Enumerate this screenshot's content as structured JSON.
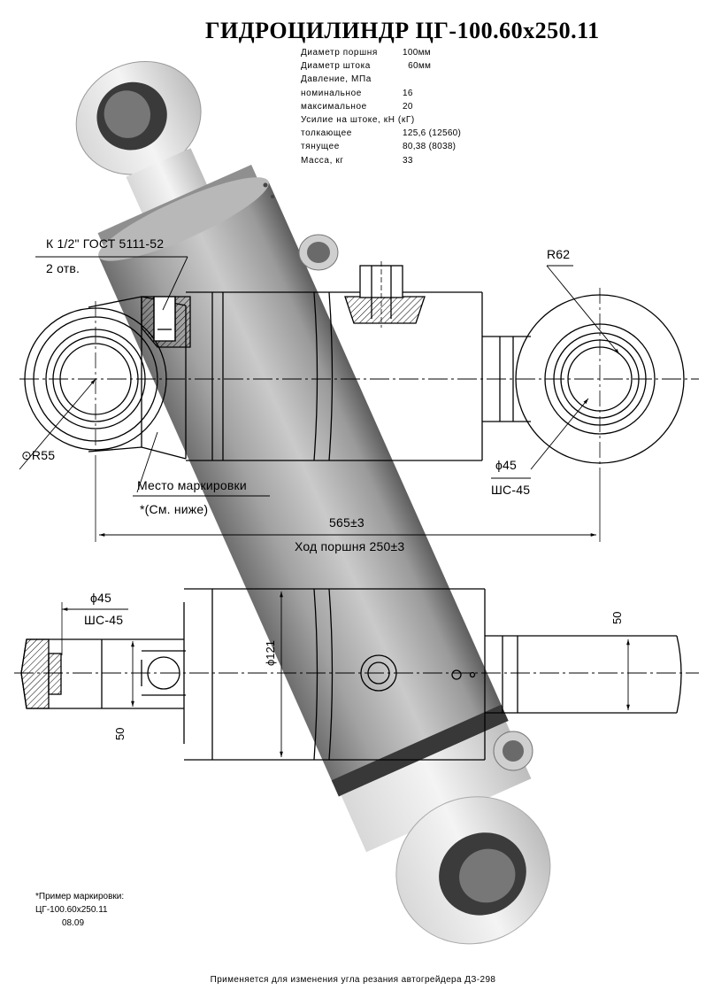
{
  "title": "ГИДРОЦИЛИНДР ЦГ-100.60х250.11",
  "specs": [
    {
      "label": "Диаметр поршня",
      "value": "100мм"
    },
    {
      "label": "Диаметр штока",
      "value": "  60мм"
    },
    {
      "label": "Давление, МПа",
      "value": ""
    },
    {
      "label": "номинальное",
      "value": "16"
    },
    {
      "label": "максимальное",
      "value": "20"
    },
    {
      "label": "Усилие на штоке, кН (кГ)",
      "value": ""
    },
    {
      "label": "толкающее",
      "value": "125,6 (12560)"
    },
    {
      "label": "тянущее",
      "value": "80,38 (8038)"
    },
    {
      "label": "Масса, кг",
      "value": "33"
    }
  ],
  "annotations": {
    "thread": "К 1/2\" ГОСТ 5111-52",
    "holes": "2 отв.",
    "radius_right": "R62",
    "radius_left": "⊙R55",
    "marking_place": "Место маркировки",
    "marking_ref": "*(См. ниже)",
    "dia_pin_right": "ϕ45",
    "bearing_right": "ШС-45",
    "length": "565±3",
    "stroke": "Ход поршня 250±3",
    "dia_pin_left": "ϕ45",
    "bearing_left": "ШС-45",
    "dia_cyl": "ϕ121",
    "width_left": "50",
    "width_right": "50"
  },
  "marking_example": {
    "title": "*Пример маркировки:",
    "code": "ЦГ-100.60х250.11",
    "date": "08.09"
  },
  "footer": "Применяется для изменения угла резания автогрейдера ДЗ-298"
}
